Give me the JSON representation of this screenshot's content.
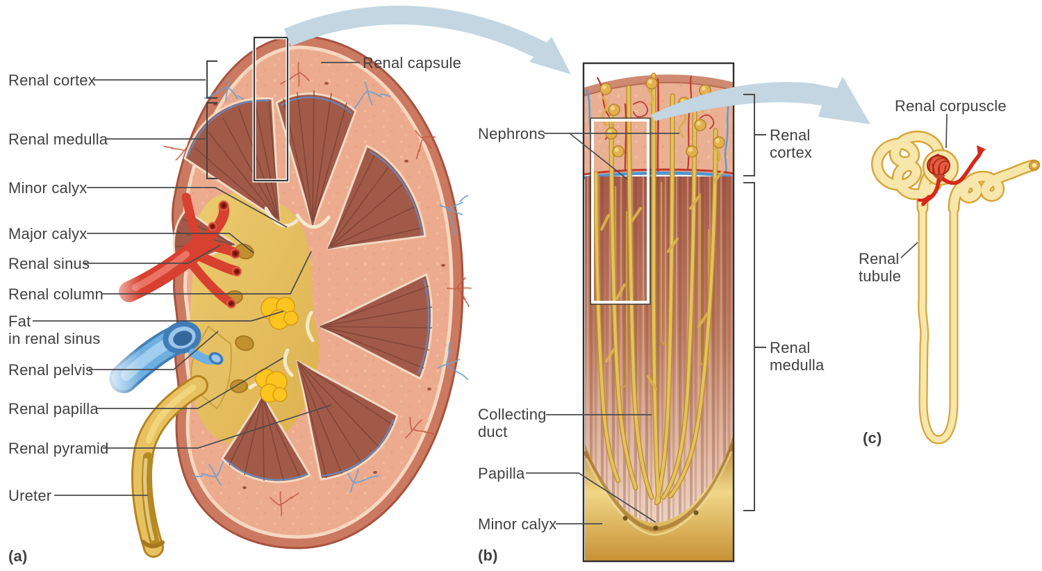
{
  "figure_type": "anatomy-diagram",
  "panel_a": {
    "tag": "(a)",
    "labels": {
      "renal_cortex": "Renal cortex",
      "renal_medulla": "Renal medulla",
      "minor_calyx": "Minor calyx",
      "major_calyx": "Major calyx",
      "renal_sinus": "Renal sinus",
      "renal_column": "Renal column",
      "fat_1": "Fat",
      "fat_2": "in renal sinus",
      "renal_pelvis": "Renal pelvis",
      "renal_papilla": "Renal papilla",
      "renal_pyramid": "Renal pyramid",
      "ureter": "Ureter",
      "renal_capsule": "Renal capsule"
    }
  },
  "panel_b": {
    "tag": "(b)",
    "labels": {
      "nephrons": "Nephrons",
      "renal_cortex_1": "Renal",
      "renal_cortex_2": "cortex",
      "renal_medulla_1": "Renal",
      "renal_medulla_2": "medulla",
      "collecting_duct_1": "Collecting",
      "collecting_duct_2": "duct",
      "papilla": "Papilla",
      "minor_calyx": "Minor calyx"
    }
  },
  "panel_c": {
    "tag": "(c)",
    "labels": {
      "renal_corpuscle": "Renal corpuscle",
      "renal_tubule_1": "Renal",
      "renal_tubule_2": "tubule"
    }
  },
  "colors": {
    "label_gray": "#414042",
    "arrow_blue": "#c3d6e2",
    "artery_red": "#d8402f",
    "vein_blue": "#6fb0e2",
    "fat_yellow": "#fcc41f",
    "sinus_gold": "#e8c25e",
    "cortex_pink": "#ecab8e",
    "pyramid_brown": "#a25a48",
    "tubule_yellow": "#f8e7ac",
    "glomerulus_red": "#e65b40"
  }
}
